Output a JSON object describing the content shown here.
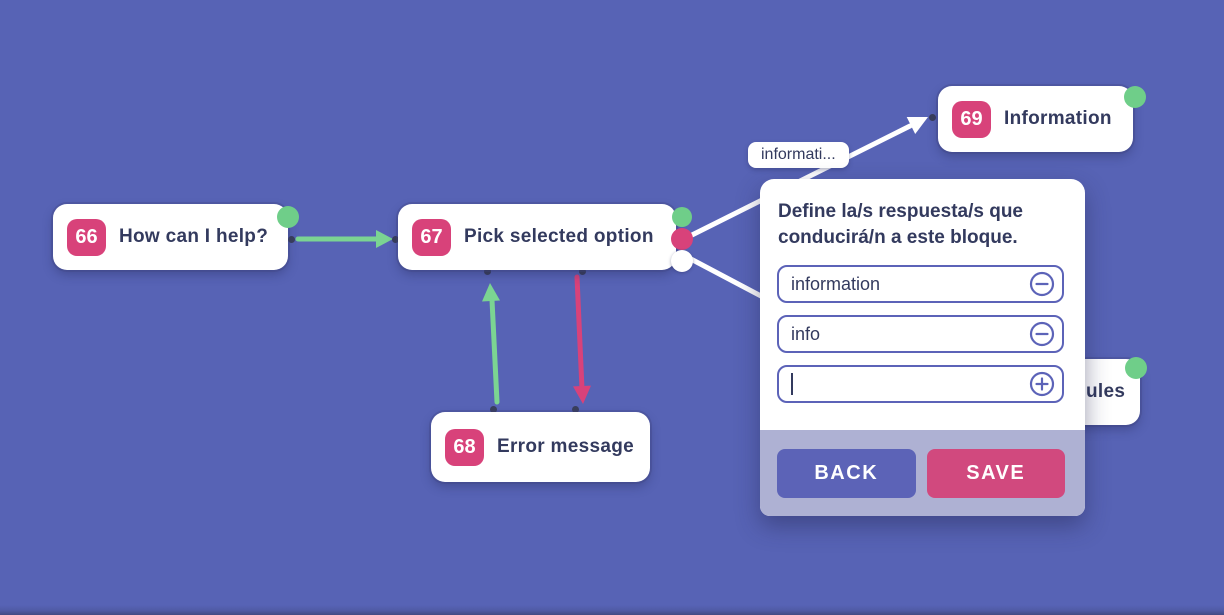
{
  "canvas": {
    "background_color": "#5763B5"
  },
  "nodes": {
    "n66": {
      "id": "66",
      "label": "How can I help?"
    },
    "n67": {
      "id": "67",
      "label": "Pick selected option"
    },
    "n68": {
      "id": "68",
      "label": "Error message"
    },
    "n69": {
      "id": "69",
      "label": "Information"
    },
    "hidden": {
      "visible_label": "ules"
    }
  },
  "edge_label": {
    "text": "informati..."
  },
  "dialog": {
    "title": "Define la/s respuesta/s que conducirá/n a este bloque.",
    "answers": [
      {
        "value": "information",
        "icon": "minus-circle-icon"
      },
      {
        "value": "info",
        "icon": "minus-circle-icon"
      },
      {
        "value": "",
        "icon": "plus-circle-icon",
        "caret": true
      }
    ],
    "buttons": {
      "back": "BACK",
      "save": "SAVE"
    }
  },
  "colors": {
    "background": "#5763B5",
    "node_text": "#333A5E",
    "badge_pink": "#D8427A",
    "green": "#6FCE89",
    "arrow_green": "#7BD492",
    "arrow_pink": "#D8427A",
    "arrow_white": "#FFFFFF",
    "input_border": "#5C63B8",
    "footer_lavender": "#AEB1D3",
    "button_back": "#5C63B7",
    "button_save": "#D1497E"
  }
}
